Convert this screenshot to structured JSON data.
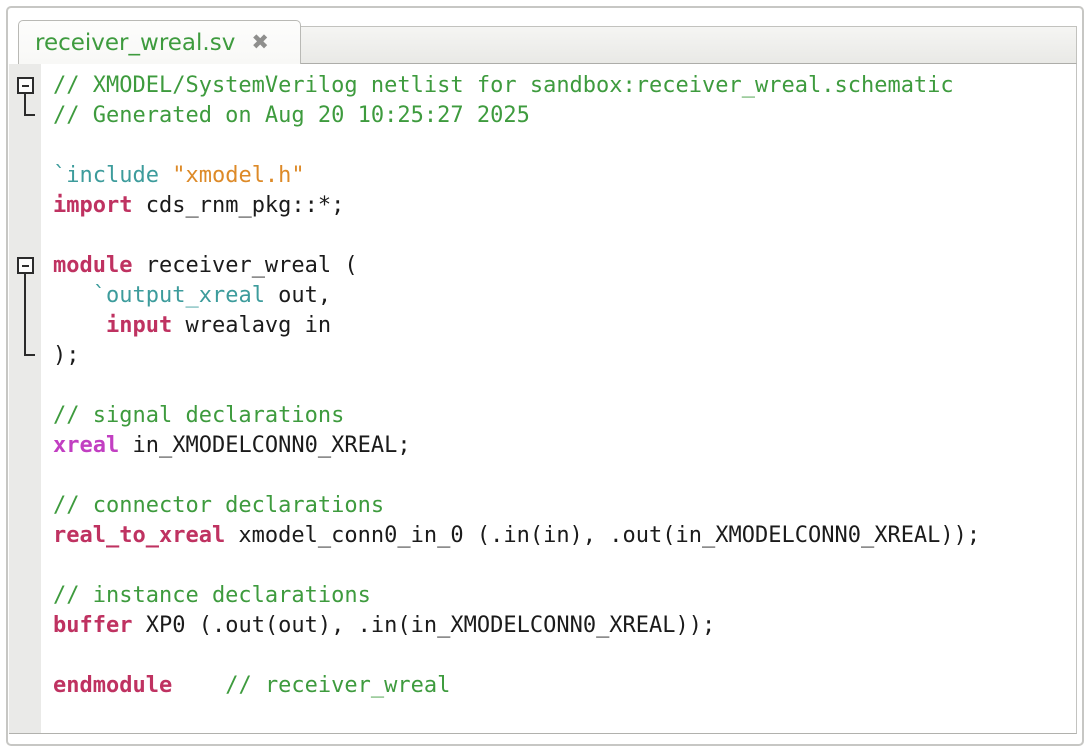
{
  "tab": {
    "label": "receiver_wreal.sv",
    "close_glyph": "✖"
  },
  "colors": {
    "comment": "#3e9b3e",
    "keyword": "#bf3261",
    "type": "#c23fc2",
    "directive": "#3d9c9c",
    "string": "#dd8a28",
    "plain": "#1b1b1b",
    "tab_label": "#3e9b3e",
    "close_icon": "#8f8f8d"
  },
  "editor": {
    "lines": [
      {
        "segments": [
          {
            "t": "// XMODEL/SystemVerilog netlist for sandbox:receiver_wreal.schematic",
            "c": "comment"
          }
        ]
      },
      {
        "segments": [
          {
            "t": "// Generated on Aug 20 10:25:27 2025",
            "c": "comment"
          }
        ]
      },
      {
        "segments": []
      },
      {
        "segments": [
          {
            "t": "`include",
            "c": "directive"
          },
          {
            "t": " ",
            "c": "plain"
          },
          {
            "t": "\"xmodel.h\"",
            "c": "string"
          }
        ]
      },
      {
        "segments": [
          {
            "t": "import",
            "c": "keyword"
          },
          {
            "t": " cds_rnm_pkg::*;",
            "c": "plain"
          }
        ]
      },
      {
        "segments": []
      },
      {
        "segments": [
          {
            "t": "module",
            "c": "keyword"
          },
          {
            "t": " receiver_wreal (",
            "c": "plain"
          }
        ]
      },
      {
        "segments": [
          {
            "t": "   ",
            "c": "plain"
          },
          {
            "t": "`output_xreal",
            "c": "directive"
          },
          {
            "t": " out,",
            "c": "plain"
          }
        ]
      },
      {
        "segments": [
          {
            "t": "    ",
            "c": "plain"
          },
          {
            "t": "input",
            "c": "keyword"
          },
          {
            "t": " wrealavg in",
            "c": "plain"
          }
        ]
      },
      {
        "segments": [
          {
            "t": ");",
            "c": "plain"
          }
        ]
      },
      {
        "segments": []
      },
      {
        "segments": [
          {
            "t": "// signal declarations",
            "c": "comment"
          }
        ]
      },
      {
        "segments": [
          {
            "t": "xreal",
            "c": "type"
          },
          {
            "t": " in_XMODELCONN0_XREAL;",
            "c": "plain"
          }
        ]
      },
      {
        "segments": []
      },
      {
        "segments": [
          {
            "t": "// connector declarations",
            "c": "comment"
          }
        ]
      },
      {
        "segments": [
          {
            "t": "real_to_xreal",
            "c": "keyword"
          },
          {
            "t": " xmodel_conn0_in_0 (.in(in), .out(in_XMODELCONN0_XREAL));",
            "c": "plain"
          }
        ]
      },
      {
        "segments": []
      },
      {
        "segments": [
          {
            "t": "// instance declarations",
            "c": "comment"
          }
        ]
      },
      {
        "segments": [
          {
            "t": "buffer",
            "c": "keyword"
          },
          {
            "t": " XP0 (.out(out), .in(in_XMODELCONN0_XREAL));",
            "c": "plain"
          }
        ]
      },
      {
        "segments": []
      },
      {
        "segments": [
          {
            "t": "endmodule",
            "c": "keyword"
          },
          {
            "t": "    ",
            "c": "plain"
          },
          {
            "t": "// receiver_wreal",
            "c": "comment"
          }
        ]
      }
    ],
    "folds": [
      {
        "from": 0,
        "to": 1
      },
      {
        "from": 6,
        "to": 9
      }
    ]
  }
}
